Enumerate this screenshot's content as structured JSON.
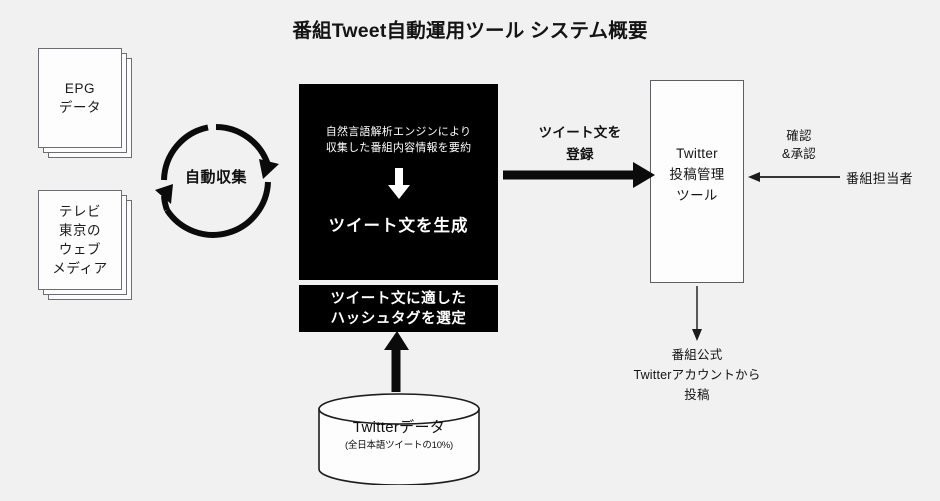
{
  "title": "番組Tweet自動運用ツール システム概要",
  "sources": [
    {
      "id": "epg",
      "line1": "EPG",
      "line2": "データ"
    },
    {
      "id": "web",
      "line1": "テレビ",
      "line2": "東京の",
      "line3": "ウェブ",
      "line4": "メディア"
    }
  ],
  "cycle": {
    "label": "自動収集"
  },
  "engine": {
    "summary": "自然言語解析エンジンにより\n収集した番組内容情報を要約",
    "summary_line1": "自然言語解析エンジンにより",
    "summary_line2": "収集した番組内容情報を要約",
    "result": "ツイート文を生成",
    "arrow_icon": "down-arrow-icon"
  },
  "hashtag": {
    "line1": "ツイート文に適した",
    "line2": "ハッシュタグを選定"
  },
  "datastore": {
    "title": "Twitterデータ",
    "subtitle": "(全日本語ツイートの10%)"
  },
  "tool": {
    "line1": "Twitter",
    "line2": "投稿管理",
    "line3": "ツール"
  },
  "connectors": {
    "register_line1": "ツイート文を",
    "register_line2": "登録",
    "approve_line1": "確認",
    "approve_line2": "&承認",
    "staff": "番組担当者"
  },
  "output": {
    "line1": "番組公式",
    "line2": "Twitterアカウントから",
    "line3": "投稿"
  },
  "colors": {
    "background": "#f1f1f1",
    "ink": "#111111",
    "box_fill": "#000000",
    "box_text": "#ffffff",
    "stroke": "#6d6d73"
  }
}
